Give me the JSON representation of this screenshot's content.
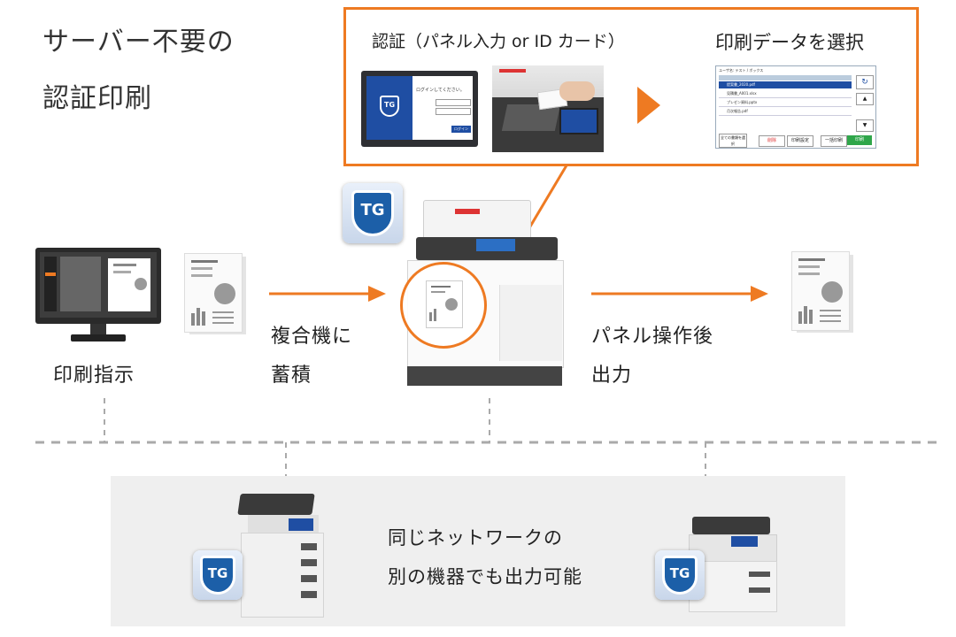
{
  "title": {
    "line1": "サーバー不要の",
    "line2": "認証印刷"
  },
  "callout": {
    "auth_caption": "認証（パネル入力 or ID カード）",
    "select_caption": "印刷データを選択",
    "login_screen_text": "ログインしてください。",
    "login_button": "ログイン",
    "select_screen": {
      "header": "ユーザ名: テスト / ボックス",
      "rows": [
        "提案書_2020.pdf",
        "見積書_A001.xlsx",
        "プレゼン資料.pptx",
        "月次報告.pdf"
      ],
      "buttons": {
        "select_all": "全ての書類を選択",
        "delete": "削除",
        "settings": "印刷設定",
        "print_all": "一括印刷",
        "print": "印刷"
      }
    }
  },
  "steps": {
    "print_instruction": "印刷指示",
    "store_line1": "複合機に",
    "store_line2": "蓄積",
    "output_line1": "パネル操作後",
    "output_line2": "出力"
  },
  "bottom": {
    "line1": "同じネットワークの",
    "line2": "別の機器でも出力可能"
  },
  "badge_text": "TG",
  "colors": {
    "accent": "#ee7a22",
    "badge_blue": "#1c5fa8",
    "band": "#efefef"
  }
}
